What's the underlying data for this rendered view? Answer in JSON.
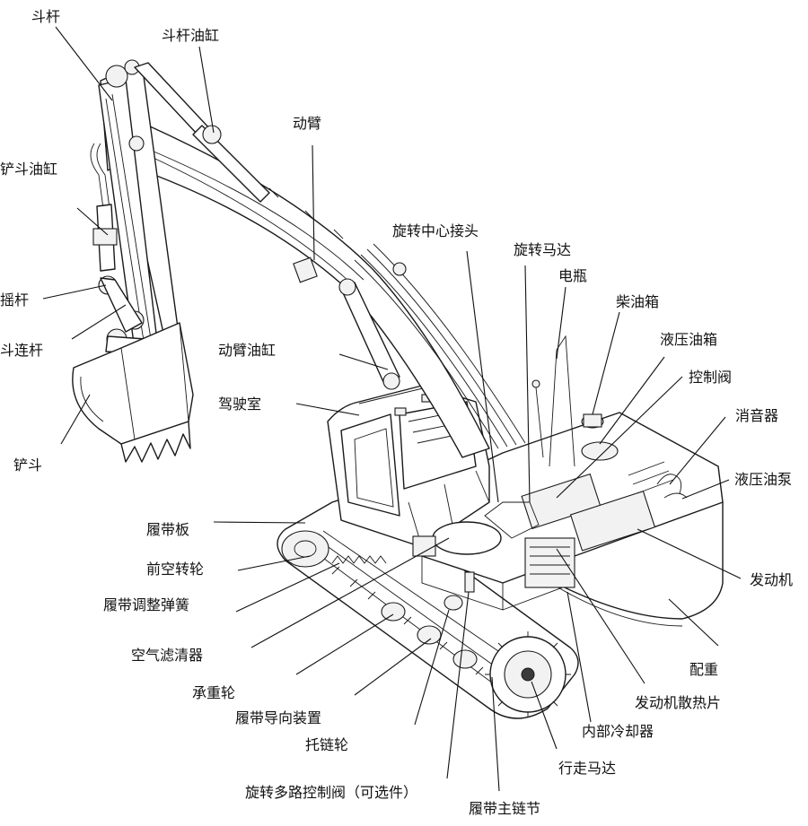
{
  "labels": {
    "dougan": "斗杆",
    "dougan_cylinder": "斗杆油缸",
    "boom": "动臂",
    "bucket_cylinder": "铲斗油缸",
    "rocker": "摇杆",
    "bucket_link": "斗连杆",
    "bucket": "铲斗",
    "boom_cylinder": "动臂油缸",
    "cab": "驾驶室",
    "swivel_joint": "旋转中心接头",
    "swing_motor": "旋转马达",
    "battery": "电瓶",
    "fuel_tank": "柴油箱",
    "hydraulic_tank": "液压油箱",
    "control_valve": "控制阀",
    "muffler": "消音器",
    "hydraulic_pump": "液压油泵",
    "engine": "发动机",
    "counterweight": "配重",
    "radiator": "发动机散热片",
    "internal_cooler": "内部冷却器",
    "travel_motor": "行走马达",
    "track_link": "履带主链节",
    "swing_valve": "旋转多路控制阀（可选件）",
    "carrier_roller": "托链轮",
    "track_guide": "履带导向装置",
    "track_roller": "承重轮",
    "air_filter": "空气滤清器",
    "track_spring": "履带调整弹簧",
    "idler": "前空转轮",
    "track_shoe": "履带板"
  }
}
